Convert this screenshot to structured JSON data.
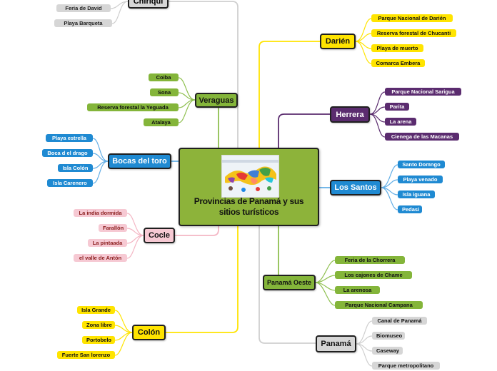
{
  "central": {
    "title": "Provincias de Panamá y sus sitios turísticos"
  },
  "colors": {
    "darien": "#ffe400",
    "herrera": "#5b2c6f",
    "lossantos": "#1f8ad2",
    "panamaoeste": "#84b53a",
    "panama": "#d6d6d6",
    "colon": "#ffe400",
    "cocle": "#f6c9d3",
    "bocas": "#1f8ad2",
    "veraguas": "#84b53a",
    "chiriqui": "#d6d6d6",
    "line_green": "#8fc050",
    "line_yellow": "#ffe400",
    "line_purple": "#5b2c6f",
    "line_blue": "#62aee6",
    "line_grey": "#cfcfcf",
    "line_pink": "#f4b6c4"
  },
  "provinces": {
    "chiriqui": {
      "label": "Chiriquí",
      "items": [
        "Feria de David",
        "Playa Barqueta"
      ]
    },
    "veraguas": {
      "label": "Veraguas",
      "items": [
        "Coiba",
        "Sona",
        "Reserva forestal la Yeguada",
        "Atalaya"
      ]
    },
    "bocas": {
      "label": "Bocas del toro",
      "items": [
        "Playa estrella",
        "Boca d el drago",
        "Isla Colón",
        "Isla Carenero"
      ]
    },
    "cocle": {
      "label": "Cocle",
      "items": [
        "La india dormida",
        "Farallón",
        "La pintaada",
        "el valle de Antón"
      ]
    },
    "colon": {
      "label": "Colón",
      "items": [
        "Isla Grande",
        "Zona libre",
        "Portobelo",
        "Fuerte San lorenzo"
      ]
    },
    "darien": {
      "label": "Darién",
      "items": [
        "Parque Nacional de Darién",
        "Reserva forestal de Chucanti",
        "Playa de muerto",
        "Comarca Embera"
      ]
    },
    "herrera": {
      "label": "Herrera",
      "items": [
        "Parque Nacional Sarigua",
        "Parita",
        "La arena",
        "Cienega de las Macanas"
      ]
    },
    "lossantos": {
      "label": "Los Santos",
      "items": [
        "Santo Domngo",
        "Playa venado",
        "Isla iguana",
        "Pedasi"
      ]
    },
    "panamaoeste": {
      "label": "Panamá Oeste",
      "items": [
        "Feria de la Chorrera",
        "Los cajones de Chame",
        "La arenosa",
        "Parque Nacional Campana"
      ]
    },
    "panama": {
      "label": "Panamá",
      "items": [
        "Canal de Panamá",
        "Biomuseo",
        "Caseway",
        "Parque metropolitano"
      ]
    }
  }
}
